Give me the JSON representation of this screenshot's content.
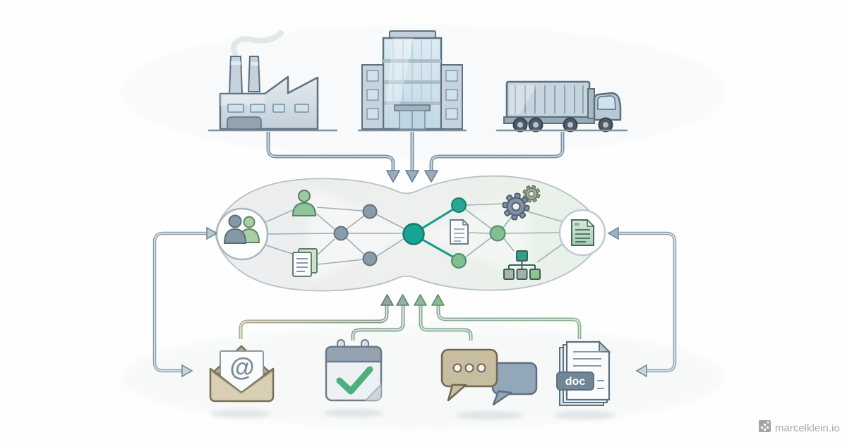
{
  "illustration": {
    "title": "data-flow-illustration",
    "watermark": {
      "text": "marcelklein.io"
    },
    "sources_top": [
      {
        "id": "factory",
        "icon": "factory-icon"
      },
      {
        "id": "office-building",
        "icon": "office-building-icon"
      },
      {
        "id": "cargo-truck",
        "icon": "truck-icon"
      }
    ],
    "hub": {
      "left_input_icon": "people-icon",
      "right_input_icon": "document-icon",
      "inner_icons": [
        "person-icon",
        "documents-icon",
        "file-icon",
        "gears-icon",
        "org-chart-icon"
      ],
      "node_colors": {
        "teal": "#18a492",
        "green": "#7fbf90",
        "gray": "#8b9ca8"
      }
    },
    "outputs_bottom": [
      {
        "id": "email",
        "icon": "email-icon"
      },
      {
        "id": "calendar-check",
        "icon": "calendar-check-icon"
      },
      {
        "id": "chat",
        "icon": "chat-bubbles-icon"
      },
      {
        "id": "doc-file",
        "icon": "doc-stack-icon"
      }
    ],
    "email": {
      "glyph": "@"
    },
    "doc_file": {
      "label": "doc"
    },
    "colors": {
      "teal": "#18a492",
      "green": "#7fbf90",
      "gray_blue": "#8b9ca8",
      "tan": "#d8cfb4"
    }
  }
}
